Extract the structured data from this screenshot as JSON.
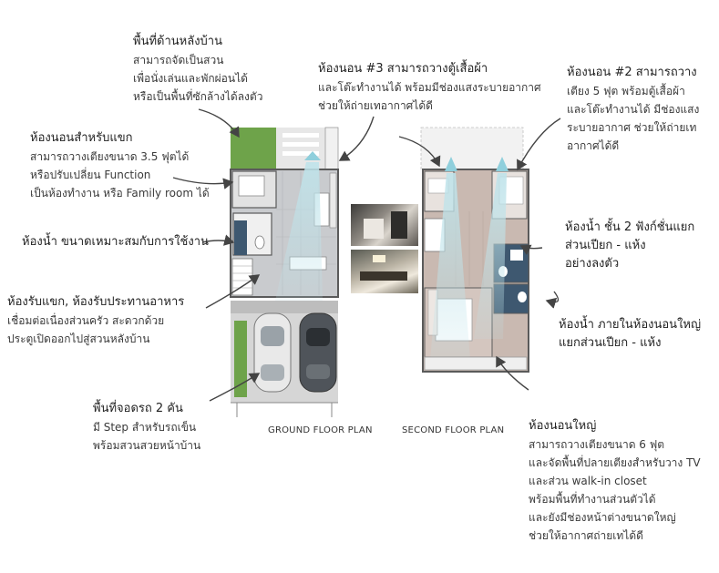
{
  "plans": {
    "ground_label": "GROUND FLOOR PLAN",
    "second_label": "SECOND FLOOR PLAN"
  },
  "colors": {
    "floor_gray": "#c9cbce",
    "wood": "#c9b9b1",
    "bath_blue": "#3e5870",
    "grass": "#6ea34a",
    "sunbeam": "#bfe3ea",
    "wall": "#5a5a5a"
  },
  "notes": {
    "backyard": {
      "title": "พื้นที่ด้านหลังบ้าน",
      "lines": [
        "สามารถจัดเป็นสวน",
        "เพื่อนั่งเล่นและพักผ่อนได้",
        "หรือเป็นพื้นที่ซักล้างได้ลงตัว"
      ]
    },
    "bed3": {
      "title": "ห้องนอน #3 สามารถวางตู้เสื้อผ้า",
      "lines": [
        "และโต๊ะทำงานได้ พร้อมมีช่องแสงระบายอากาศ",
        "ช่วยให้ถ่ายเทอากาศได้ดี"
      ]
    },
    "bed2": {
      "title": "ห้องนอน #2 สามารถวาง",
      "lines": [
        "เตียง 5 ฟุต พร้อมตู้เสื้อผ้า",
        "และโต๊ะทำงานได้ มีช่องแสง",
        "ระบายอากาศ ช่วยให้ถ่ายเท",
        "อากาศได้ดี"
      ]
    },
    "guest": {
      "title": "ห้องนอนสำหรับแขก",
      "lines": [
        "สามารถวางเตียงขนาด 3.5 ฟุตได้",
        "หรือปรับเปลี่ยน Function",
        "เป็นห้องทำงาน หรือ Family room ได้"
      ]
    },
    "bath2": {
      "title": "ห้องน้ำ ชั้น 2 ฟังก์ชั่นแยก",
      "lines": [
        "ส่วนเปียก - แห้ง",
        "อย่างลงตัว"
      ]
    },
    "bath1": {
      "title": "ห้องน้ำ ขนาดเหมาะสมกับการใช้งาน",
      "lines": []
    },
    "living": {
      "title": "ห้องรับแขก, ห้องรับประทานอาหาร",
      "lines": [
        "เชื่อมต่อเนื่องส่วนครัว สะดวกด้วย",
        "ประตูเปิดออกไปสู่สวนหลังบ้าน"
      ]
    },
    "masterbath": {
      "title": "ห้องน้ำ ภายในห้องนอนใหญ่",
      "lines": [
        "แยกส่วนเปียก - แห้ง"
      ]
    },
    "parking": {
      "title": "พื้นที่จอดรถ 2 คัน",
      "lines": [
        "มี Step สำหรับรถเข็น",
        "พร้อมสวนสวยหน้าบ้าน"
      ]
    },
    "master": {
      "title": "ห้องนอนใหญ่",
      "lines": [
        "สามารถวางเตียงขนาด 6 ฟุต",
        "และจัดพื้นที่ปลายเตียงสำหรับวาง TV",
        "และส่วน walk-in closet",
        "พร้อมพื้นที่ทำงานส่วนตัวได้",
        "และยังมีช่องหน้าต่างขนาดใหญ่",
        "ช่วยให้อากาศถ่ายเทได้ดี"
      ]
    }
  }
}
